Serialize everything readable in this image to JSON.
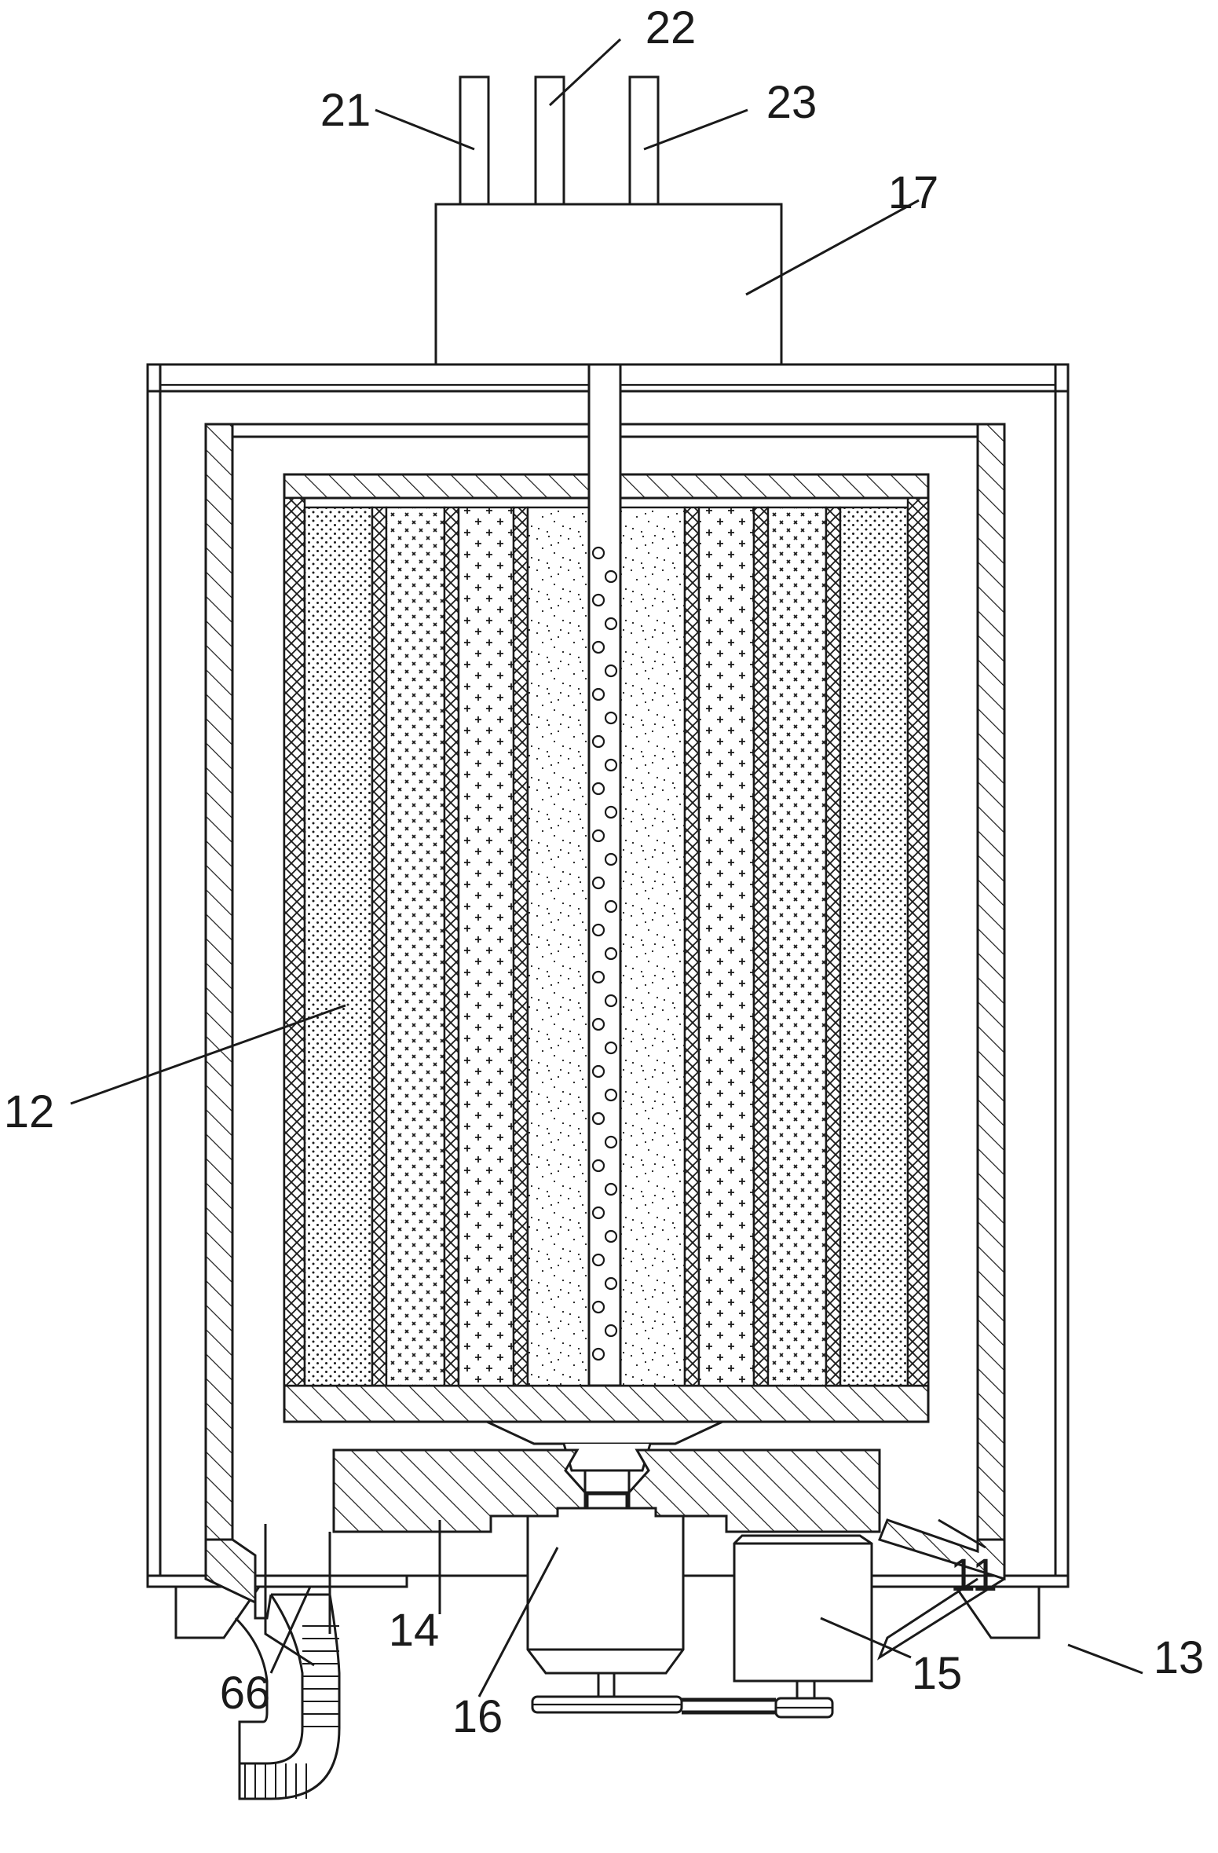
{
  "labels": {
    "l21": "21",
    "l22": "22",
    "l23": "23",
    "l17": "17",
    "l12": "12",
    "l66": "66",
    "l14": "14",
    "l16": "16",
    "l11": "11",
    "l15": "15",
    "l13": "13"
  },
  "colors": {
    "ink": "#1a1a1a",
    "paper": "#ffffff"
  }
}
